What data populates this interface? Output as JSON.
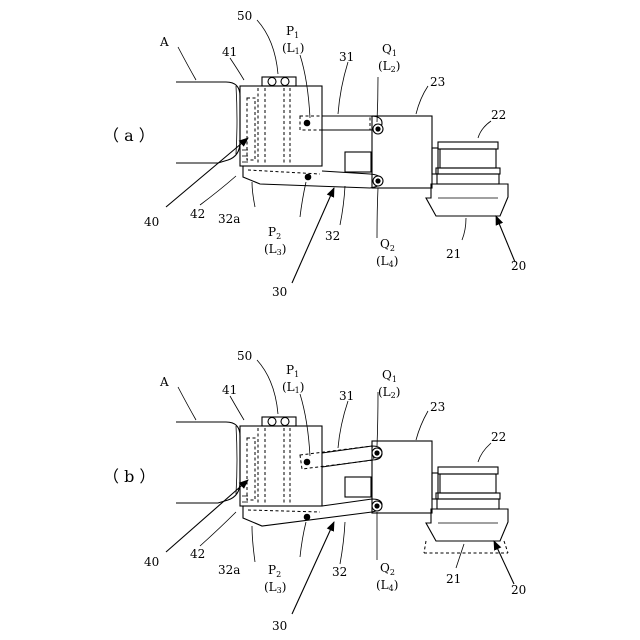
{
  "panels": [
    {
      "panel_label": "（ a ）",
      "labels": {
        "A": "A",
        "n50": "50",
        "n41": "41",
        "p1": "P",
        "p1_sub": "1",
        "l1": "(L",
        "l1_sub": "1",
        "l1_close": ")",
        "n31": "31",
        "q1": "Q",
        "q1_sub": "1",
        "l2": "(L",
        "l2_sub": "2",
        "l2_close": ")",
        "n23": "23",
        "n22": "22",
        "n40": "40",
        "n42": "42",
        "n32a": "32a",
        "p2": "P",
        "p2_sub": "2",
        "l3": "(L",
        "l3_sub": "3",
        "l3_close": ")",
        "n32": "32",
        "q2": "Q",
        "q2_sub": "2",
        "l4": "(L",
        "l4_sub": "4",
        "l4_close": ")",
        "n21": "21",
        "n20": "20",
        "n30": "30"
      }
    },
    {
      "panel_label": "（ b ）",
      "labels": {
        "A": "A",
        "n50": "50",
        "n41": "41",
        "p1": "P",
        "p1_sub": "1",
        "l1": "(L",
        "l1_sub": "1",
        "l1_close": ")",
        "n31": "31",
        "q1": "Q",
        "q1_sub": "1",
        "l2": "(L",
        "l2_sub": "2",
        "l2_close": ")",
        "n23": "23",
        "n22": "22",
        "n40": "40",
        "n42": "42",
        "n32a": "32a",
        "p2": "P",
        "p2_sub": "2",
        "l3": "(L",
        "l3_sub": "3",
        "l3_close": ")",
        "n32": "32",
        "q2": "Q",
        "q2_sub": "2",
        "l4": "(L",
        "l4_sub": "4",
        "l4_close": ")",
        "n21": "21",
        "n20": "20",
        "n30": "30"
      }
    }
  ]
}
